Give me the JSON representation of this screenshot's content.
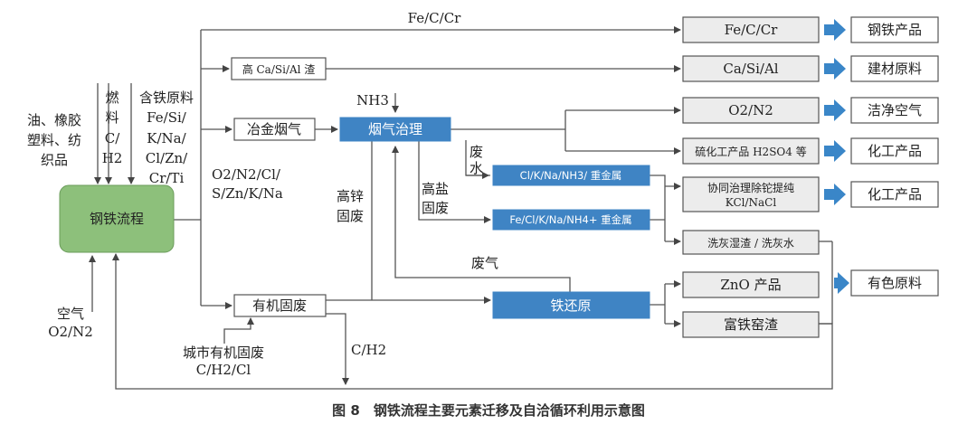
{
  "caption": "图 8　钢铁流程主要元素迁移及自洽循环利用示意图",
  "nodes": {
    "steel_process": "钢铁流程",
    "slag": "高 Ca/Si/Al 渣",
    "flue_gas": "冶金烟气",
    "flue_treatment": "烟气治理",
    "organic_waste": "有机固废",
    "iron_reduction": "铁还原",
    "wastewater_1": "Cl/K/Na/NH3/ 重金属",
    "wastewater_2": "Fe/Cl/K/Na/NH4+ 重金属",
    "out_fecc": "Fe/C/Cr",
    "out_casial": "Ca/Si/Al",
    "out_o2n2": "O2/N2",
    "out_sulfur": "硫化工产品 H2SO4 等",
    "out_kcl_1": "协同治理除铊提纯",
    "out_kcl_2": "KCl/NaCl",
    "out_ash": "洗灰湿渣 / 洗灰水",
    "out_zno": "ZnO 产品",
    "out_fe_slag": "富铁窑渣"
  },
  "final": {
    "steel_product": "钢铁产品",
    "building": "建材原料",
    "clean_air": "洁净空气",
    "chem_1": "化工产品",
    "chem_2": "化工产品",
    "nonferrous": "有色原料"
  },
  "labels": {
    "top_fecc": "Fe/C/Cr",
    "nh3": "NH3",
    "gas_list_1": "O2/N2/Cl/",
    "gas_list_2": "S/Zn/K/Na",
    "high_zn_1": "高锌",
    "high_zn_2": "固废",
    "wastewater_1": "废",
    "wastewater_2": "水",
    "high_salt_1": "高盐",
    "high_salt_2": "固废",
    "exhaust": "废气",
    "c_h2": "C/H2",
    "urban_1": "城市有机固废",
    "urban_2": "C/H2/Cl",
    "air_1": "空气",
    "air_2": "O2/N2"
  },
  "inputs": {
    "oil_1": "油、橡胶",
    "oil_2": "塑料、纺",
    "oil_3": "织品",
    "fuel_1": "燃",
    "fuel_2": "料",
    "fuel_3": "C/",
    "fuel_4": "H2",
    "iron_1": "含铁原料",
    "iron_2": "Fe/Si/",
    "iron_3": "K/Na/",
    "iron_4": "Cl/Zn/",
    "iron_5": "Cr/Ti"
  },
  "colors": {
    "process_box": "#3f84c4",
    "steel_box": "#8dc07b",
    "output_box": "#ececec",
    "arrow": "#3a86c8"
  }
}
